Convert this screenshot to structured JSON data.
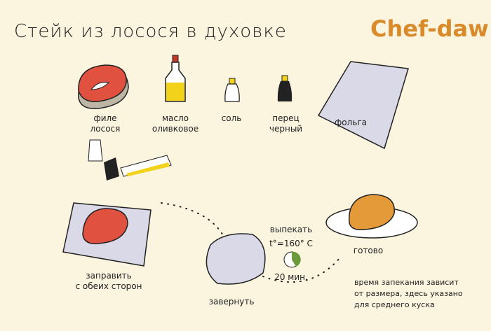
{
  "title": "Стейк из лосося в духовке",
  "logo": "Chef-daw",
  "ingredients": [
    {
      "label": "филе\nлосося",
      "icon": "salmon-steak-icon"
    },
    {
      "label": "масло\nоливковое",
      "icon": "oil-bottle-icon"
    },
    {
      "label": "соль",
      "icon": "salt-shaker-icon"
    },
    {
      "label": "перец\nчерный",
      "icon": "pepper-shaker-icon"
    },
    {
      "label": "фольга",
      "icon": "foil-icon"
    }
  ],
  "steps": {
    "season": "заправить\nс обеих сторон",
    "wrap": "завернуть",
    "bake_label": "выпекать",
    "temperature": "t°=160° C",
    "time": "20 мин.",
    "done": "готово"
  },
  "note": "время запекания зависит\nот размера, здесь указано\nдля среднего куска",
  "colors": {
    "background": "#fbf4de",
    "salmon": "#e0513f",
    "logo": "#d98a2a",
    "foil": "#d9d9e8"
  }
}
